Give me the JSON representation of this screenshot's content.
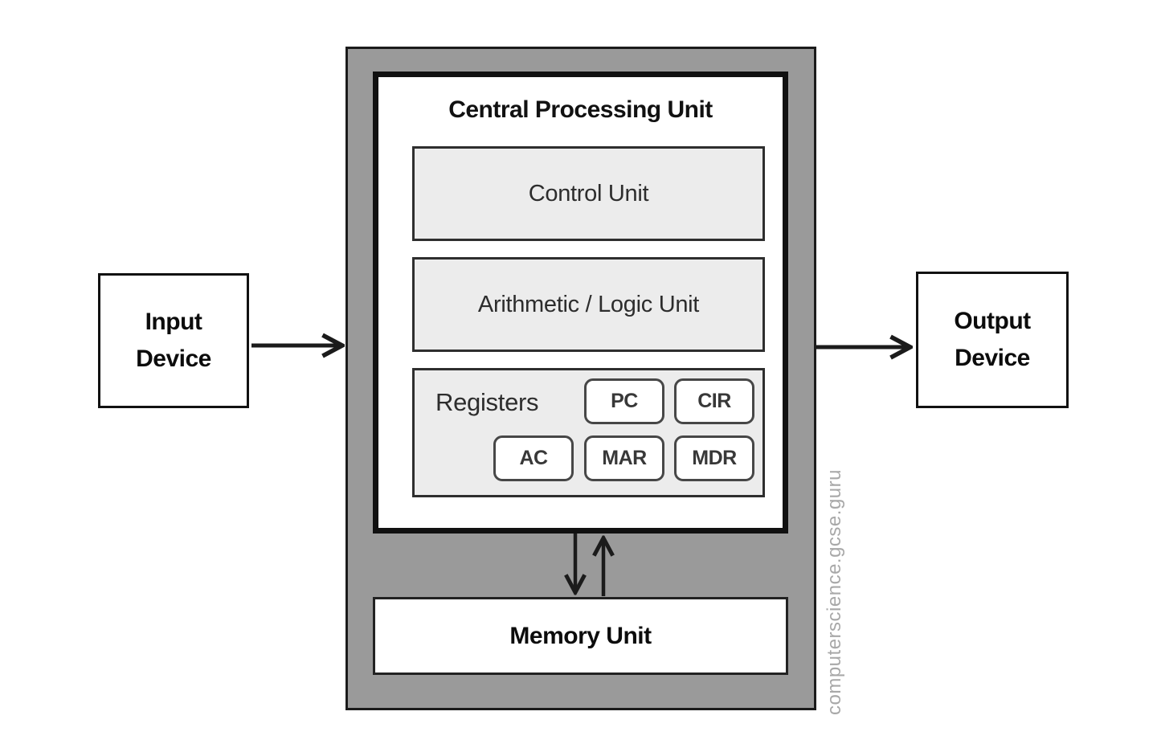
{
  "colors": {
    "cpu_shell_fill": "#9a9a9a",
    "inner_block_fill": "#ececec",
    "border_dark": "#1b1b1b",
    "label_text": "#2d2d2d",
    "watermark_text": "#a8a8a8"
  },
  "cpu": {
    "title": "Central Processing Unit",
    "control_unit_label": "Control Unit",
    "alu_label": "Arithmetic / Logic Unit",
    "registers_label": "Registers",
    "registers": [
      {
        "label": "PC"
      },
      {
        "label": "CIR"
      },
      {
        "label": "AC"
      },
      {
        "label": "MAR"
      },
      {
        "label": "MDR"
      }
    ]
  },
  "memory": {
    "label": "Memory Unit"
  },
  "input_device": {
    "line1": "Input",
    "line2": "Device"
  },
  "output_device": {
    "line1": "Output",
    "line2": "Device"
  },
  "watermark": "computerscience.gcse.guru"
}
